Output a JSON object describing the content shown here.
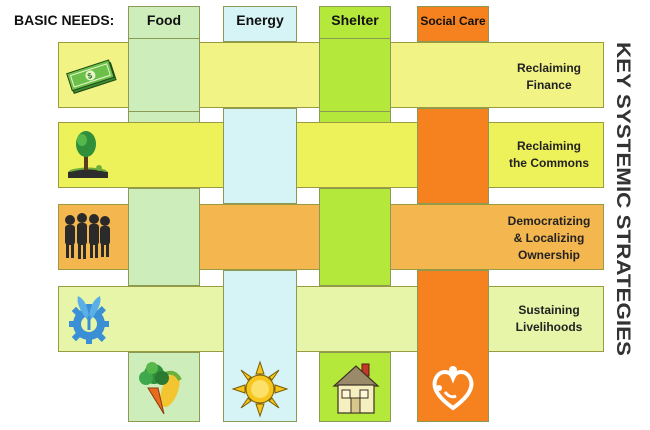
{
  "basic_needs_label": "BASIC NEEDS:",
  "columns": [
    {
      "label": "Food"
    },
    {
      "label": "Energy"
    },
    {
      "label": "Shelter"
    },
    {
      "label": "Social Care"
    }
  ],
  "strategies": [
    {
      "label": "Reclaiming\nFinance"
    },
    {
      "label": "Reclaiming\nthe Commons"
    },
    {
      "label": "Democratizing\n& Localizing\nOwnership"
    },
    {
      "label": "Sustaining\nLivelihoods"
    }
  ],
  "side_title": "KEY SYSTEMIC STRATEGIES",
  "colors": {
    "food_col": "#cdeebb",
    "energy_col": "#d6f3f6",
    "shelter_col": "#b4e83a",
    "care_col": "#f5821f",
    "finance_row": "#f1f385",
    "commons_row": "#eef25a",
    "ownership_row": "#f4b64e",
    "livelihood_row": "#e6f5a8"
  },
  "icons": [
    "money-icon",
    "tree-icon",
    "people-icon",
    "gear-leaf-icon",
    "vegetables-icon",
    "sun-icon",
    "house-icon",
    "heart-icon"
  ]
}
